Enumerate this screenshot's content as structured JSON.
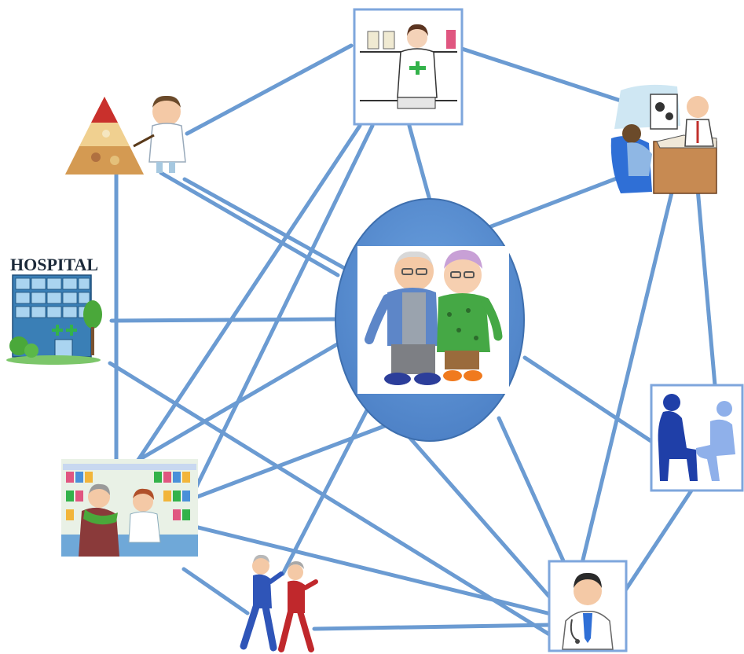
{
  "colors": {
    "edge": "#6b9bd2",
    "hub_fill": "#5b8fd0",
    "hub_stroke": "#3e6fae",
    "box_border": "#7ea6dc",
    "building": "#3a7fb6",
    "cross": "#33b24a",
    "silhouette_dark": "#1f3fa8",
    "silhouette_light": "#8fb0ea"
  },
  "nodes": {
    "hub": {
      "name": "elderly-couple",
      "icon": "elderly-couple-icon"
    },
    "pharmacist": {
      "name": "pharmacist",
      "icon": "pharmacist-icon"
    },
    "nutritionist": {
      "name": "nutritionist",
      "icon": "food-pyramid-icon"
    },
    "consultation": {
      "name": "doctor-consultation",
      "icon": "consultation-icon"
    },
    "hospital": {
      "name": "hospital",
      "icon": "hospital-icon",
      "label": "HOSPITAL"
    },
    "counseling": {
      "name": "counseling",
      "icon": "silhouettes-icon"
    },
    "pharmacy_shop": {
      "name": "pharmacy-counter",
      "icon": "pharmacy-shop-icon"
    },
    "walking": {
      "name": "walking-couple",
      "icon": "walking-couple-icon"
    },
    "doctor": {
      "name": "doctor",
      "icon": "doctor-icon"
    }
  }
}
